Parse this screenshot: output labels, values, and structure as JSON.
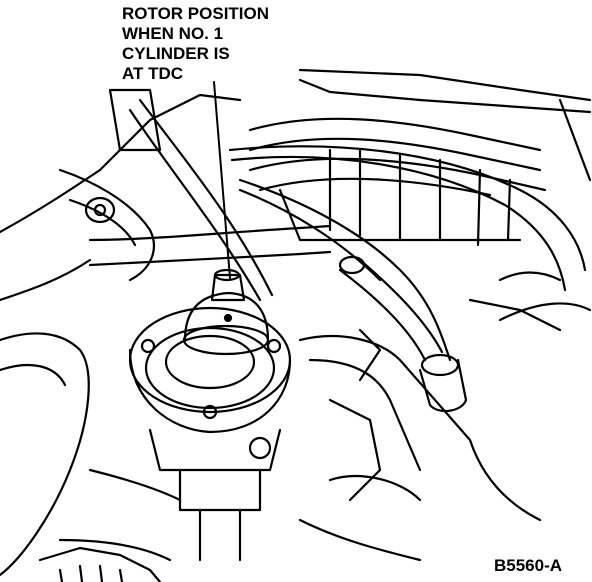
{
  "callout": {
    "lines": [
      "ROTOR POSITION",
      "WHEN NO. 1",
      "CYLINDER IS",
      "AT TDC"
    ]
  },
  "figure_id": "B5560-A",
  "colors": {
    "ink": "#000000",
    "paper": "#ffffff"
  }
}
